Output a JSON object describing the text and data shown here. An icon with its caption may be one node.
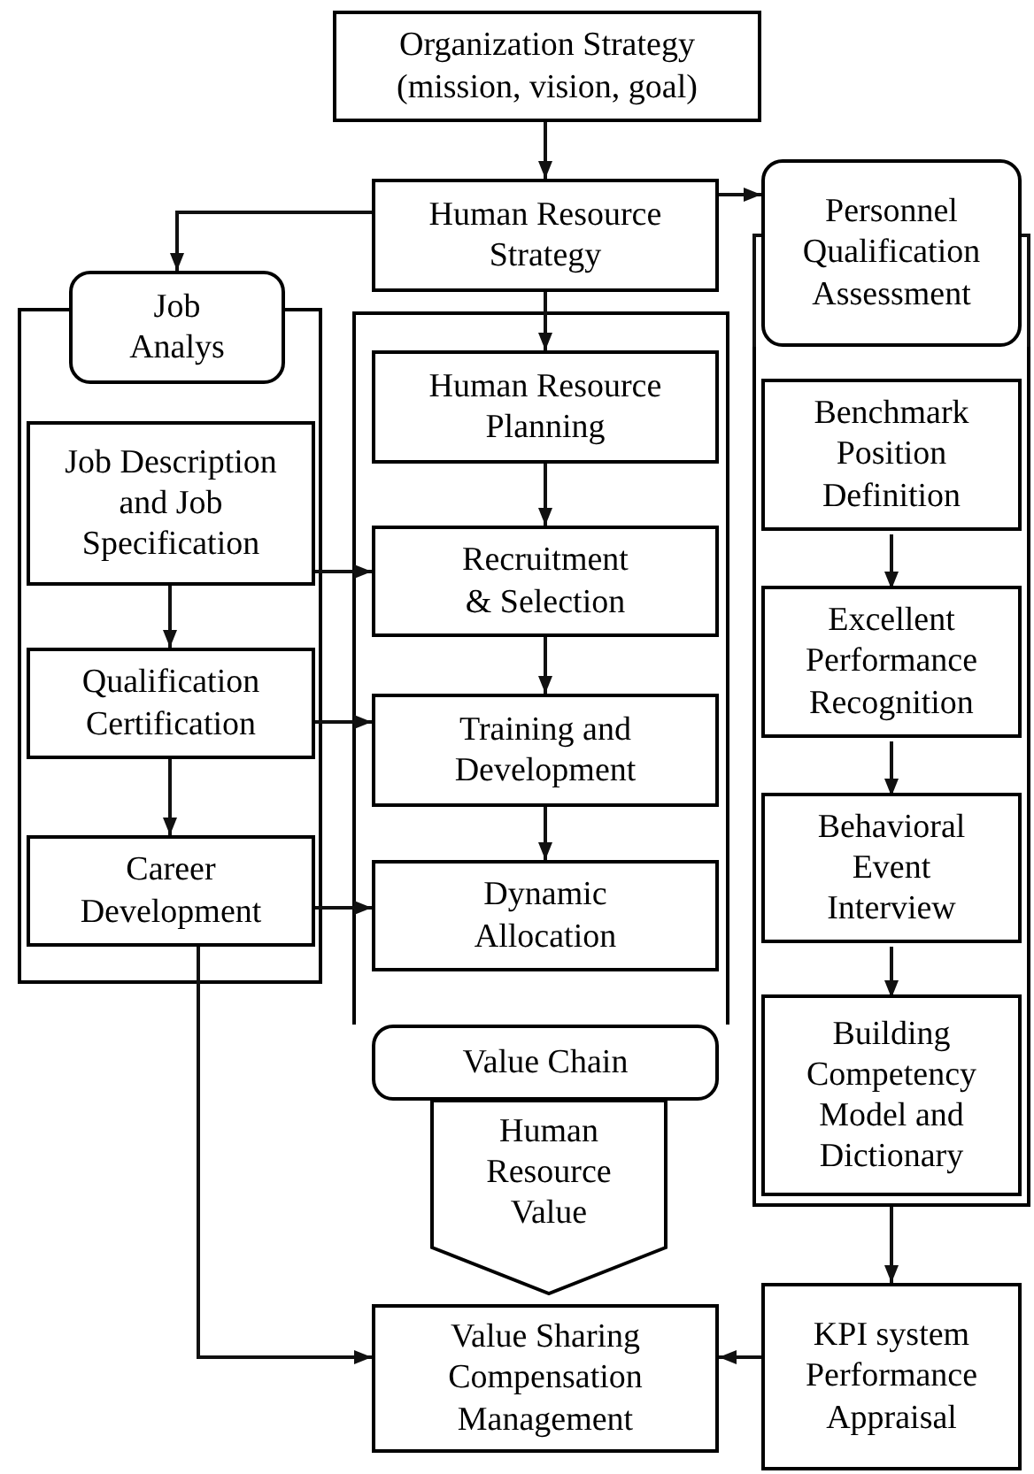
{
  "diagram": {
    "nodes": [
      {
        "text": [
          "Organization Strategy (mission, vision, goal)"
        ]
      },
      {
        "text": [
          "Human Resource Strategy"
        ]
      },
      {
        "text": [
          "Personnel Qualification Assessment"
        ]
      },
      {
        "text": [
          "Job Analys"
        ]
      },
      {
        "text": [],
        "shape": "box"
      },
      {
        "text": [],
        "shape": "box"
      },
      {
        "text": [],
        "shape": "box"
      },
      {
        "text": [
          "Human Resource Planning"
        ],
        "in": 5
      },
      {
        "text": [
          "Benchmark Position Definition"
        ],
        "in": 6
      },
      {
        "text": [
          "Job Description and Job Specification"
        ],
        "in": 4
      },
      {
        "text": [
          "Recruitment & Selection"
        ],
        "in": 5
      },
      {
        "text": [
          "Qualification Certification"
        ],
        "in": 4
      },
      {
        "text": [
          "Training and Development"
        ],
        "in": 5
      },
      {
        "text": [
          "Excellent Performance Recognition"
        ],
        "in": 6
      },
      {
        "text": [
          "Career Development"
        ],
        "in": 4
      },
      {
        "text": [
          "Dynamic Allocation"
        ],
        "in": 5
      },
      {
        "text": [
          "Behavioral Event Interview"
        ],
        "in": 6
      },
      {
        "text": [
          "Building Competency Model and Dictionary"
        ],
        "in": 6
      },
      {
        "text": [
          "Value Chain"
        ]
      },
      {
        "text": [
          "Human Resource Value"
        ]
      },
      {
        "text": [
          "Value Sharing Compensation Management"
        ]
      },
      {
        "text": [
          "KPI system Performance Appraisal"
        ]
      }
    ],
    "edges": [
      {
        "from": 0,
        "to": 1,
        "arrow": "to"
      },
      {
        "from": 1,
        "to": 2,
        "arrow": "to"
      },
      {
        "from": 1,
        "to": 3,
        "arrow": "to"
      },
      {
        "from": 1,
        "to": 7,
        "arrow": "to"
      },
      {
        "from": 7,
        "to": 10,
        "arrow": "to"
      },
      {
        "from": 10,
        "to": 12,
        "arrow": "to"
      },
      {
        "from": 12,
        "to": 15,
        "arrow": "to"
      },
      {
        "from": 9,
        "to": 10,
        "arrow": "to"
      },
      {
        "from": 11,
        "to": 12,
        "arrow": "to"
      },
      {
        "from": 14,
        "to": 15,
        "arrow": "to"
      },
      {
        "from": 9,
        "to": 11,
        "arrow": "to"
      },
      {
        "from": 11,
        "to": 14,
        "arrow": "to"
      },
      {
        "from": 8,
        "to": 13,
        "arrow": "to"
      },
      {
        "from": 13,
        "to": 16,
        "arrow": "to"
      },
      {
        "from": 16,
        "to": 17,
        "arrow": "to"
      },
      {
        "from": 6,
        "to": 21,
        "arrow": "to"
      },
      {
        "from": 21,
        "to": 20,
        "arrow": "to"
      },
      {
        "from": 14,
        "to": 20,
        "arrow": "to"
      }
    ]
  }
}
